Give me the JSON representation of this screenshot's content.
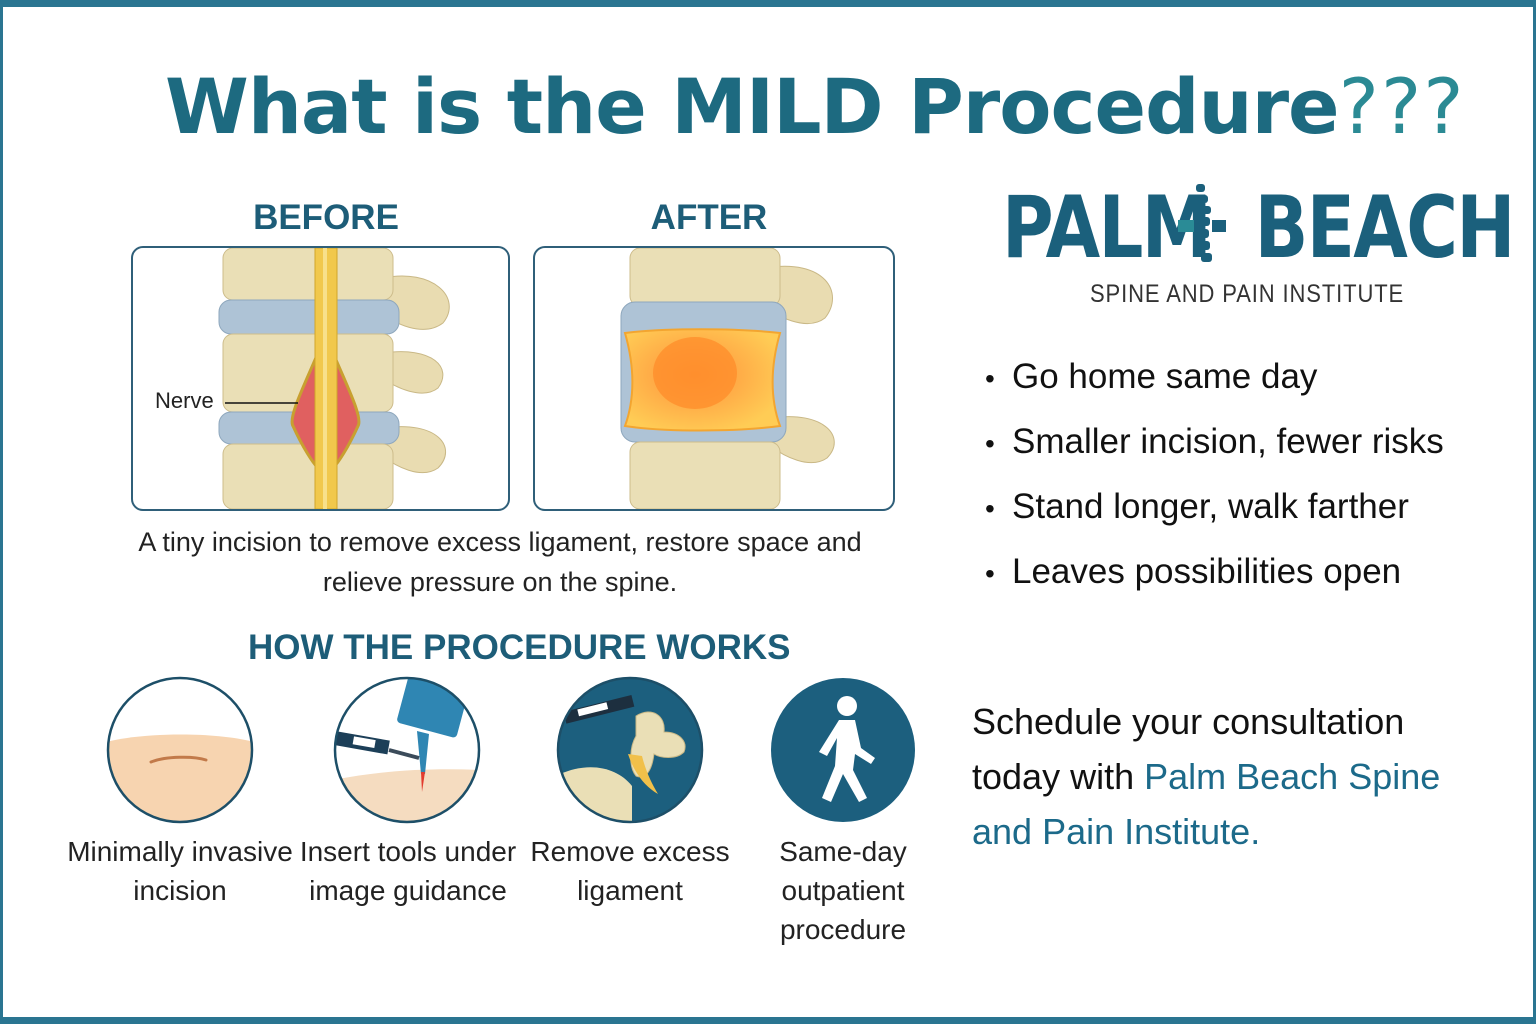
{
  "title": {
    "main": "What is the MILD Procedure",
    "suffix": "???"
  },
  "before_label": "BEFORE",
  "after_label": "AFTER",
  "nerve_label": "Nerve",
  "caption": "A tiny incision to remove excess ligament, restore space and relieve pressure on the spine.",
  "works_title": "HOW THE PROCEDURE WORKS",
  "steps": [
    {
      "label": "Minimally invasive incision",
      "icon": "incision-icon"
    },
    {
      "label": "Insert tools under image guidance",
      "icon": "tool-insert-icon"
    },
    {
      "label": "Remove excess ligament",
      "icon": "vertebra-ligament-icon"
    },
    {
      "label": "Same-day outpatient procedure",
      "icon": "walking-person-icon"
    }
  ],
  "logo": {
    "left": "PALM",
    "right": "BEACH",
    "sub": "SPINE AND PAIN INSTITUTE"
  },
  "benefits": [
    "Go home same day",
    "Smaller incision, fewer risks",
    "Stand longer, walk farther",
    "Leaves possibilities open"
  ],
  "cta": {
    "lead": "Schedule your consultation today with ",
    "highlight": "Palm Beach Spine and Pain Institute."
  },
  "colors": {
    "primary": "#1d6a80",
    "accent": "#2b8a94",
    "navy": "#1d5d78",
    "icon_bg": "#1c5f7e"
  }
}
